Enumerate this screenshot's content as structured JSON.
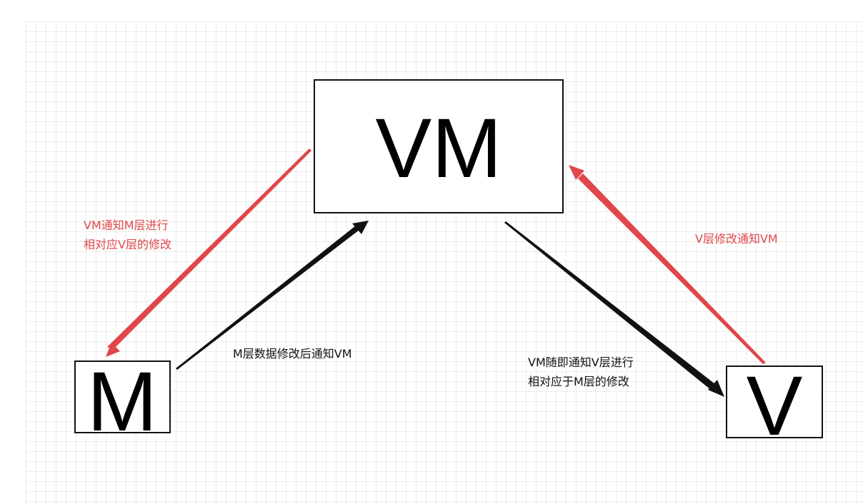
{
  "diagram": {
    "nodes": {
      "vm": {
        "label": "VM"
      },
      "m": {
        "label": "M"
      },
      "v": {
        "label": "V"
      }
    },
    "edges": {
      "vm_to_m": {
        "label_lines": [
          "VM通知M层进行",
          "相对应V层的修改"
        ],
        "color": "#e0464a"
      },
      "m_to_vm": {
        "label": "M层数据修改后通知VM",
        "color": "#111111"
      },
      "vm_to_v": {
        "label_lines": [
          "VM随即通知V层进行",
          "相对应于M层的修改"
        ],
        "color": "#111111"
      },
      "v_to_vm": {
        "label": "V层修改通知VM",
        "color": "#e0464a"
      }
    }
  }
}
